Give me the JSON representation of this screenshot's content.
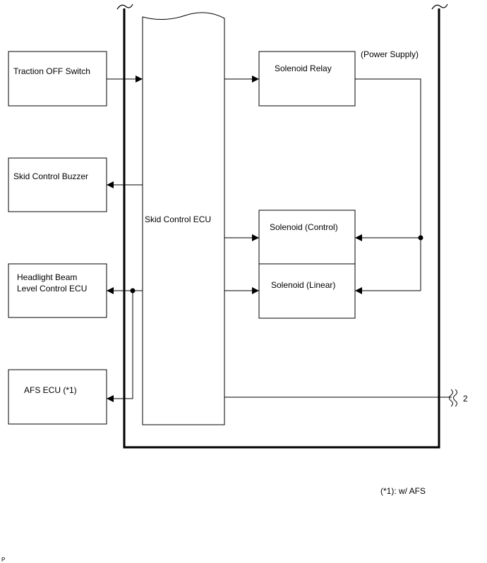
{
  "diagram": {
    "blocks": {
      "traction_off_switch": "Traction OFF Switch",
      "skid_control_buzzer": "Skid Control Buzzer",
      "headlight_line1": "Headlight Beam",
      "headlight_line2": "Level Control ECU",
      "afs_ecu": "AFS ECU (*1)",
      "skid_control_ecu": "Skid Control ECU",
      "solenoid_relay": "Solenoid Relay",
      "solenoid_control": "Solenoid (Control)",
      "solenoid_linear": "Solenoid (Linear)"
    },
    "power_supply_label": "(Power Supply)",
    "continuation_label": "2",
    "footnote": "(*1): w/ AFS",
    "corner_mark": "P"
  }
}
